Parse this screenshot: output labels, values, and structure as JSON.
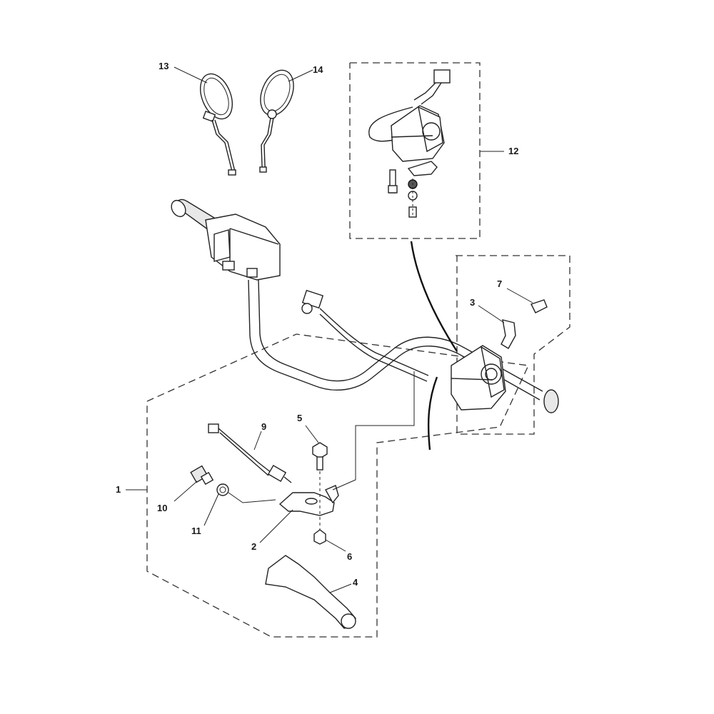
{
  "callouts": {
    "c1": "1",
    "c2": "2",
    "c3": "3",
    "c4": "4",
    "c5": "5",
    "c6": "6",
    "c7": "7",
    "c9": "9",
    "c10": "10",
    "c11": "11",
    "c12": "12",
    "c13": "13",
    "c14": "14"
  }
}
